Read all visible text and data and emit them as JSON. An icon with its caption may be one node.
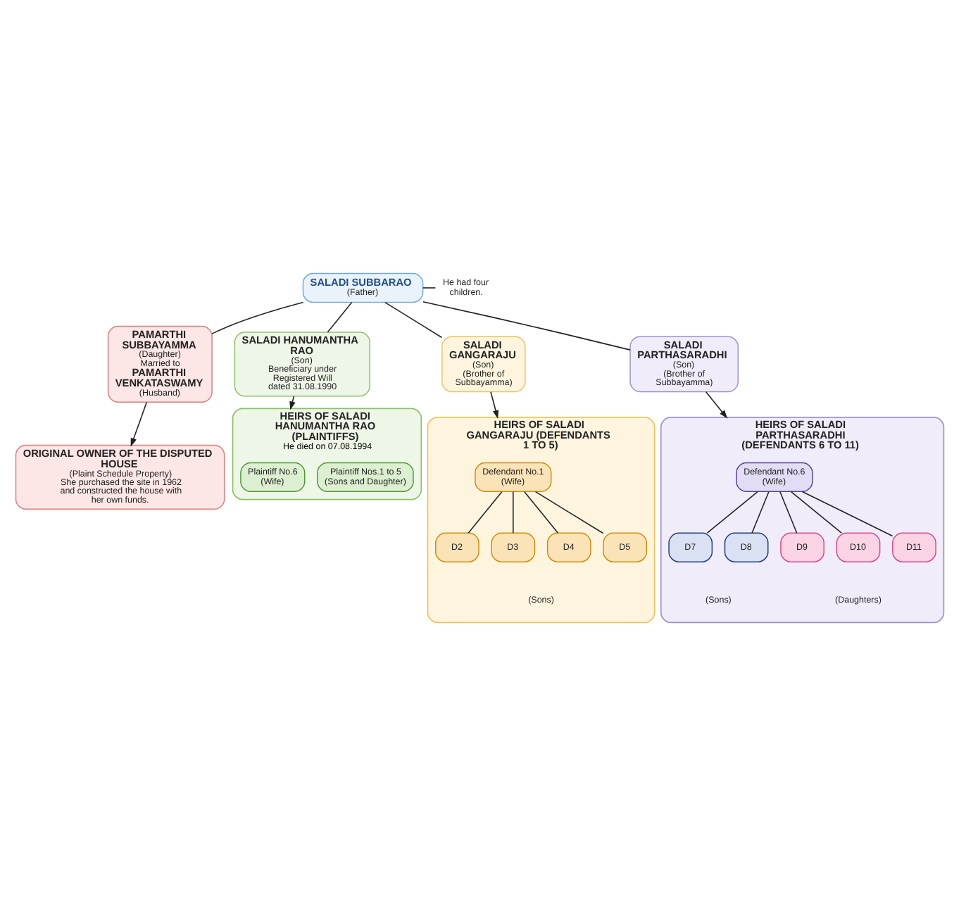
{
  "diagram": {
    "nodes": [
      {
        "text": [
          "SALADI SUBBARAO",
          "(Father)"
        ]
      },
      {
        "text": [
          "He had four children."
        ]
      },
      {
        "text": [
          "PAMARTHI SUBBAYAMMA",
          "(Daughter)",
          "Married to",
          "PAMARTHI VENKATASWAMY",
          "(Husband)"
        ]
      },
      {
        "text": [
          "SALADI HANUMANTHA RAO",
          "(Son)",
          "Beneficiary under Registered Will dated 31.08.1990"
        ]
      },
      {
        "text": [
          "SALADI GANGARAJU",
          "(Son)",
          "(Brother of Subbayamma)"
        ]
      },
      {
        "text": [
          "SALADI PARTHASARADHI",
          "(Son)",
          "(Brother of Subbayamma)"
        ]
      },
      {
        "text": [
          "ORIGINAL OWNER OF THE DISPUTED HOUSE",
          "(Plaint Schedule Property)",
          "She purchased the site in 1962 and constructed the house with her own funds."
        ]
      },
      {
        "text": [
          "HEIRS OF SALADI HANUMANTHA RAO (PLAINTIFFS)",
          "He died on 07.08.1994"
        ]
      },
      {
        "text": [
          "Plaintiff No.6 (Wife)"
        ],
        "in": 7
      },
      {
        "text": [
          "Plaintiff Nos.1 to 5 (Sons and Daughter)"
        ],
        "in": 7
      },
      {
        "text": [
          "HEIRS OF SALADI GANGARAJU (DEFENDANTS 1 TO 5)"
        ]
      },
      {
        "text": [
          "Defendant No.1 (Wife)"
        ],
        "in": 10
      },
      {
        "text": [
          "D2"
        ],
        "in": 10
      },
      {
        "text": [
          "D3"
        ],
        "in": 10
      },
      {
        "text": [
          "D4"
        ],
        "in": 10
      },
      {
        "text": [
          "D5"
        ],
        "in": 10
      },
      {
        "text": [
          "HEIRS OF SALADI PARTHASARADHI (DEFENDANTS 6 TO 11)"
        ]
      },
      {
        "text": [
          "Defendant No.6 (Wife)"
        ],
        "in": 16
      },
      {
        "text": [
          "D7"
        ],
        "in": 16
      },
      {
        "text": [
          "D8"
        ],
        "in": 16
      },
      {
        "text": [
          "D9"
        ],
        "in": 16
      },
      {
        "text": [
          "D10"
        ],
        "in": 16
      },
      {
        "text": [
          "D11"
        ],
        "in": 16
      }
    ],
    "edges": [
      {
        "from": 0,
        "to": 1,
        "arrow": "none"
      },
      {
        "from": 0,
        "to": 2,
        "arrow": "none"
      },
      {
        "from": 0,
        "to": 3,
        "arrow": "none"
      },
      {
        "from": 0,
        "to": 4,
        "arrow": "none"
      },
      {
        "from": 0,
        "to": 5,
        "arrow": "none"
      },
      {
        "from": 2,
        "to": 6,
        "arrow": "to"
      },
      {
        "from": 3,
        "to": 7,
        "arrow": "to"
      },
      {
        "from": 4,
        "to": 10,
        "arrow": "to"
      },
      {
        "from": 5,
        "to": 16,
        "arrow": "to"
      },
      {
        "from": 11,
        "to": 12,
        "arrow": "none"
      },
      {
        "from": 11,
        "to": 13,
        "arrow": "none"
      },
      {
        "from": 11,
        "to": 14,
        "arrow": "none"
      },
      {
        "from": 11,
        "to": 15,
        "arrow": "none"
      },
      {
        "from": 17,
        "to": 18,
        "arrow": "none"
      },
      {
        "from": 17,
        "to": 19,
        "arrow": "none"
      },
      {
        "from": 17,
        "to": 20,
        "arrow": "none"
      },
      {
        "from": 17,
        "to": 21,
        "arrow": "none"
      },
      {
        "from": 17,
        "to": 22,
        "arrow": "none"
      }
    ],
    "labels": [
      "(Sons)",
      "(Sons)",
      "(Daughters)"
    ]
  }
}
